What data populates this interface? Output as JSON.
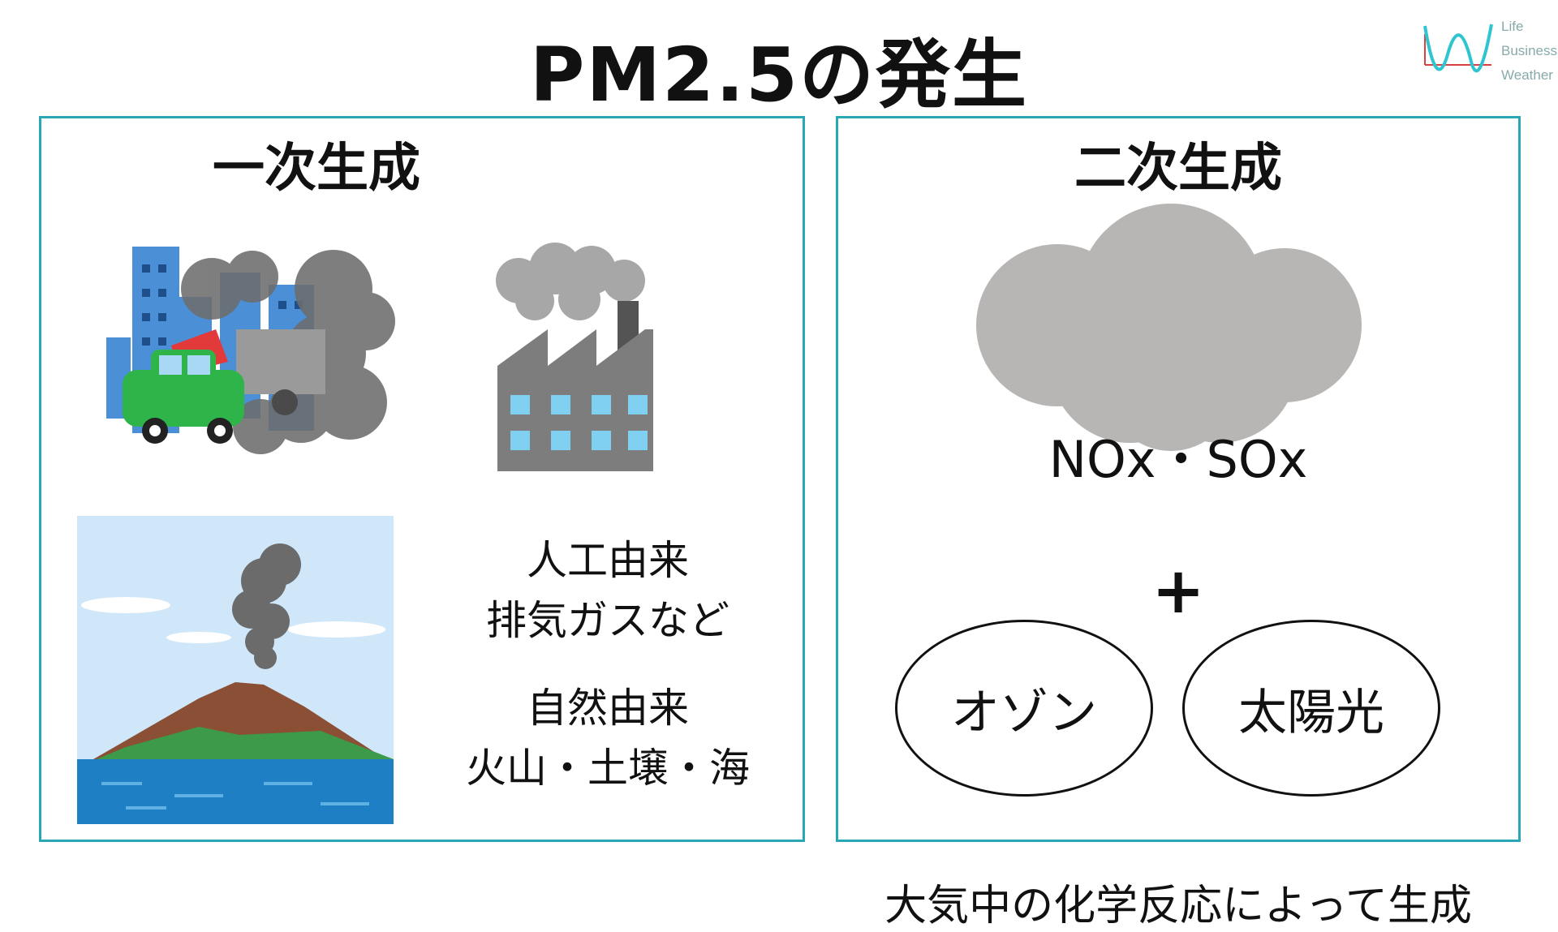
{
  "title": "PM2.5の発生",
  "logo": {
    "lines": [
      "Life",
      "Business",
      "Weather"
    ]
  },
  "primary": {
    "heading": "一次生成",
    "man_made": {
      "title": "人工由来",
      "detail": "排気ガスなど"
    },
    "natural": {
      "title": "自然由来",
      "detail": "火山・土壌・海"
    }
  },
  "secondary": {
    "heading": "二次生成",
    "pollutants": "NOx・SOx",
    "plus": "+",
    "ozone": "オゾン",
    "sunlight": "太陽光",
    "caption": "大気中の化学反応によって生成"
  },
  "colors": {
    "panel_border": "#2aa7b4",
    "smoke": "#b8b6b4",
    "logo_teal": "#2ec4d0",
    "logo_red": "#d94040"
  }
}
